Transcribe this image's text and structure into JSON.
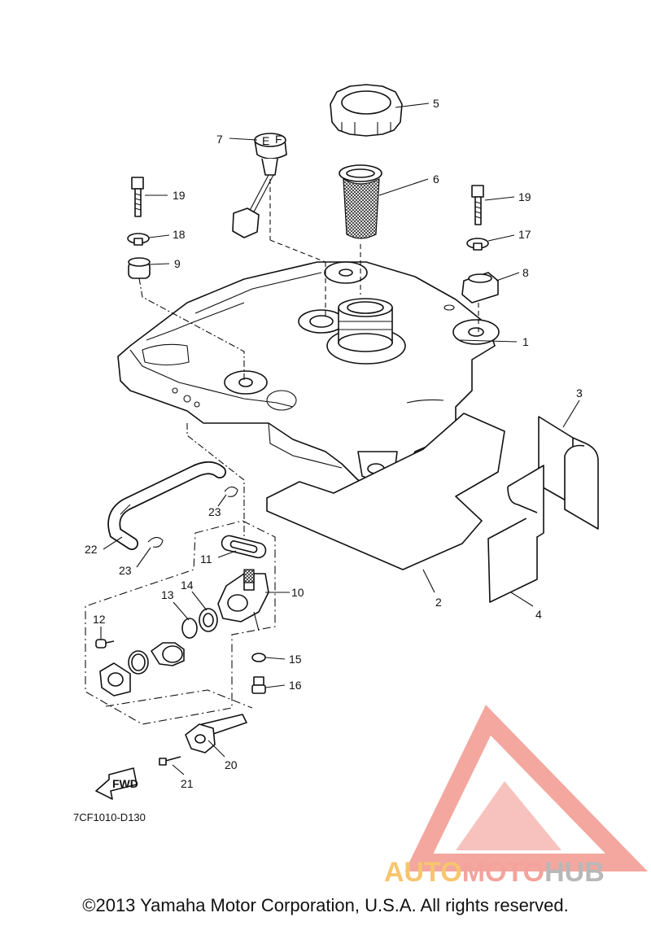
{
  "callouts": [
    {
      "id": "1",
      "label": "1"
    },
    {
      "id": "2",
      "label": "2"
    },
    {
      "id": "3",
      "label": "3"
    },
    {
      "id": "4",
      "label": "4"
    },
    {
      "id": "5",
      "label": "5"
    },
    {
      "id": "6",
      "label": "6"
    },
    {
      "id": "7",
      "label": "7"
    },
    {
      "id": "8",
      "label": "8"
    },
    {
      "id": "9",
      "label": "9"
    },
    {
      "id": "10",
      "label": "10"
    },
    {
      "id": "11",
      "label": "11"
    },
    {
      "id": "12",
      "label": "12"
    },
    {
      "id": "13",
      "label": "13"
    },
    {
      "id": "14",
      "label": "14"
    },
    {
      "id": "15",
      "label": "15"
    },
    {
      "id": "16",
      "label": "16"
    },
    {
      "id": "17",
      "label": "17"
    },
    {
      "id": "18",
      "label": "18"
    },
    {
      "id": "19a",
      "label": "19"
    },
    {
      "id": "19b",
      "label": "19"
    },
    {
      "id": "20",
      "label": "20"
    },
    {
      "id": "21",
      "label": "21"
    },
    {
      "id": "22",
      "label": "22"
    },
    {
      "id": "23a",
      "label": "23"
    },
    {
      "id": "23b",
      "label": "23"
    }
  ],
  "fuel_gauge_marks": {
    "empty": "E",
    "full": "F"
  },
  "fwd_arrow_label": "FWD",
  "drawing_code": "7CF1010-D130",
  "copyright": "©2013 Yamaha Motor Corporation, U.S.A. All rights reserved.",
  "watermark": {
    "part1": "AUTO",
    "part2": "MOTO",
    "part3": "HUB"
  },
  "colors": {
    "line": "#111111",
    "watermark_red": "#f08a80",
    "watermark_orange": "#f6c56e",
    "watermark_gray": "#b8b8b8"
  }
}
